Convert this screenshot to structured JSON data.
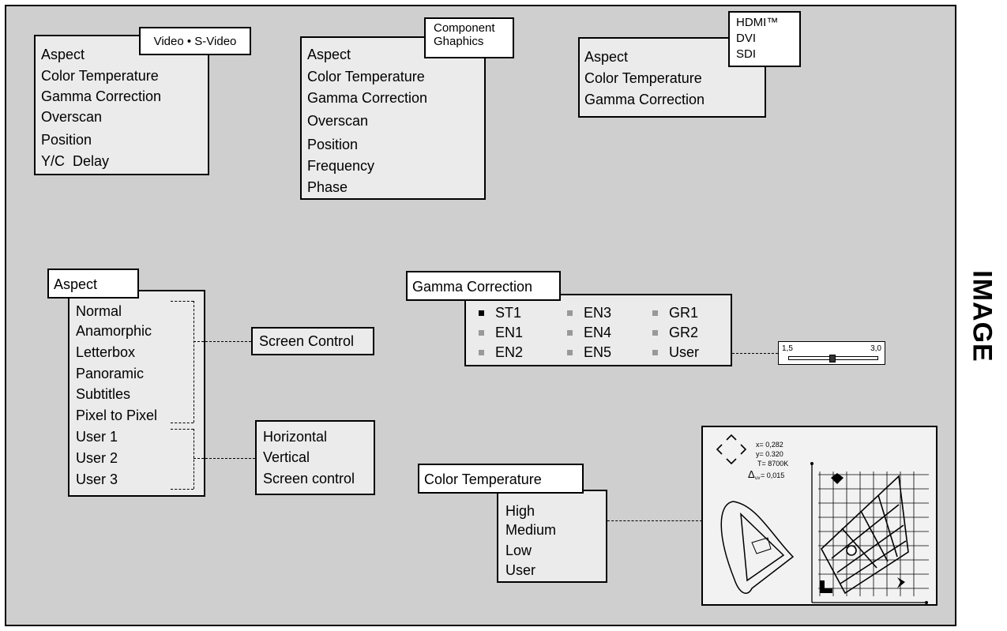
{
  "sidebar": {
    "title": "IMAGE"
  },
  "menus": {
    "video_svideo": {
      "tag": "Video • S-Video",
      "items": [
        "Aspect",
        "Color Temperature",
        "Gamma Correction",
        "Overscan",
        "Position",
        "Y/C  Delay"
      ]
    },
    "component_graphics": {
      "tag_line1": "Component",
      "tag_line2": "Ghaphics",
      "items": [
        "Aspect",
        "Color Temperature",
        "Gamma Correction",
        "Overscan",
        "Position",
        "Frequency",
        "Phase"
      ]
    },
    "hdmi_dvi_sdi": {
      "tag_line1": "HDMI™",
      "tag_line2": "DVI",
      "tag_line3": "SDI",
      "items": [
        "Aspect",
        "Color Temperature",
        "Gamma Correction"
      ]
    }
  },
  "aspect": {
    "title": "Aspect",
    "items": [
      "Normal",
      "Anamorphic",
      "Letterbox",
      "Panoramic",
      "Subtitles",
      "Pixel to Pixel",
      "User 1",
      "User 2",
      "User 3"
    ],
    "screen_control": "Screen Control",
    "user_options": [
      "Horizontal",
      "Vertical",
      "Screen control"
    ]
  },
  "gamma": {
    "title": "Gamma Correction",
    "columns": [
      [
        "ST1",
        "EN1",
        "EN2"
      ],
      [
        "EN3",
        "EN4",
        "EN5"
      ],
      [
        "GR1",
        "GR2",
        "User"
      ]
    ],
    "selected": "ST1",
    "slider": {
      "min_label": "1,5",
      "max_label": "3,0",
      "value_fraction": 0.5
    }
  },
  "color_temperature": {
    "title": "Color Temperature",
    "items": [
      "High",
      "Medium",
      "Low",
      "User"
    ],
    "readout": {
      "x": "x= 0,282",
      "y": "y= 0.320",
      "t": "T= 8700K",
      "duv": "Δ",
      "duv_sub": "uv",
      "duv_val": "= 0,015"
    }
  }
}
